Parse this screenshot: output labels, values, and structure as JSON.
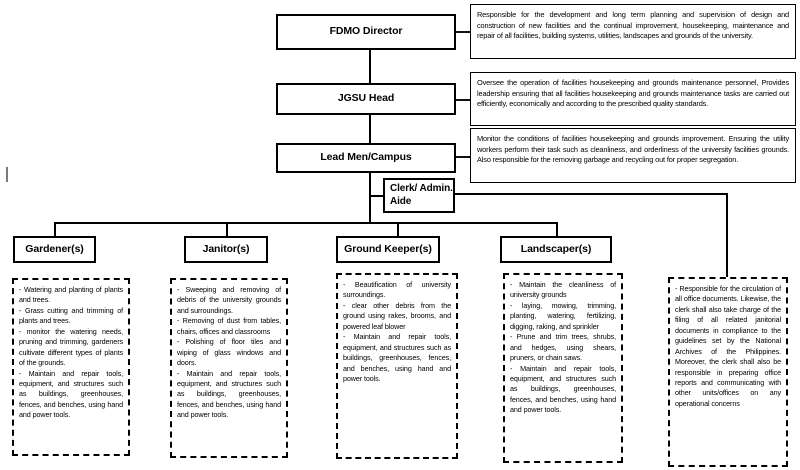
{
  "document": {
    "type": "organizational-chart",
    "title": "FDMO Organizational Structure"
  },
  "hierarchy": {
    "level1": {
      "title": "FDMO Director",
      "description": "Responsible for the development and long term planning and supervision of  design and construction of new facilities and the continual improvement, housekeeping, maintenance and repair of all  facilities, building systems, utilities, landscapes and grounds of the university."
    },
    "level2": {
      "title": "JGSU Head",
      "description": "Oversee the operation of facilities housekeeping and grounds maintenance personnel, Provides leadership ensuring that all facilities housekeeping and grounds maintenance tasks are carried out efficiently, economically and according to the prescribed quality standards."
    },
    "level3": {
      "title": "Lead Men/Campus",
      "description": " Monitor the conditions of facilities housekeeping and grounds improvement. Ensuring the utility workers  perform their task such as cleanliness, and orderliness of the university facilities grounds. Also responsible for the removing garbage and recycling out for proper segregation."
    },
    "staff": {
      "title": "Clerk/ Admin. Aide",
      "duties": "-  Responsible  for  the circulation  of  all  office documents. Likewise, the clerk shall also take charge of  the  filing  of  all  related janitorial  documents  in compliance  to  the guidelines  set  by  the National  Archives  of  the Philippines. Moreover, the clerk  shall  also  be responsible  in  preparing office  reports  and communicating with other units/offices  on  any operational concerns"
    }
  },
  "positions": [
    {
      "title": "Gardener(s)",
      "duties": "- Watering and planting of plants and trees.\n- Grass cutting and trimming of plants and trees.\n-  monitor  the  watering needs,  pruning  and trimming,  gardeners cultivate different types of plants of the grounds.\n- Maintain and repair tools, equipment, and structures such  as  buildings, greenhouses, fences, and benches, using hand and power tools."
    },
    {
      "title": "Janitor(s)",
      "duties": "- Sweeping and removing of debris  of  the  university grounds and surroundings.\n-  Removing of dust from tables, chairs, offices and classrooms\n-  Polishing of floor tiles and wiping  of  glass  windows and doors.\n- Maintain and repair tools, equipment, and structures such  as  buildings, greenhouses, fences, and benches, using hand and power tools."
    },
    {
      "title": "Ground Keeper(s)",
      "duties": "- Beautification of university surroundings.\n- clear other debris from the ground  using  rakes, brooms, and powered leaf blower\n- Maintain and repair tools, equipment, and structures such  as  buildings, greenhouses, fences, and benches, using hand and power tools."
    },
    {
      "title": "Landscaper(s)",
      "duties": "- Maintain the cleanliness of university grounds\n- laying, mowing, trimming, planting,  watering, fertilizing, digging, raking, and sprinkler\n-  Prune  and  trim  trees, shrubs, and hedges, using shears,  pruners,  or  chain saws.\n- Maintain and repair tools, equipment, and structures such  as  buildings, greenhouses, fences, and benches, using hand and power tools."
    }
  ],
  "colors": {
    "line": "#000000",
    "box_border": "#000000",
    "background": "#ffffff",
    "edge_tick": "#7a7a7a"
  }
}
